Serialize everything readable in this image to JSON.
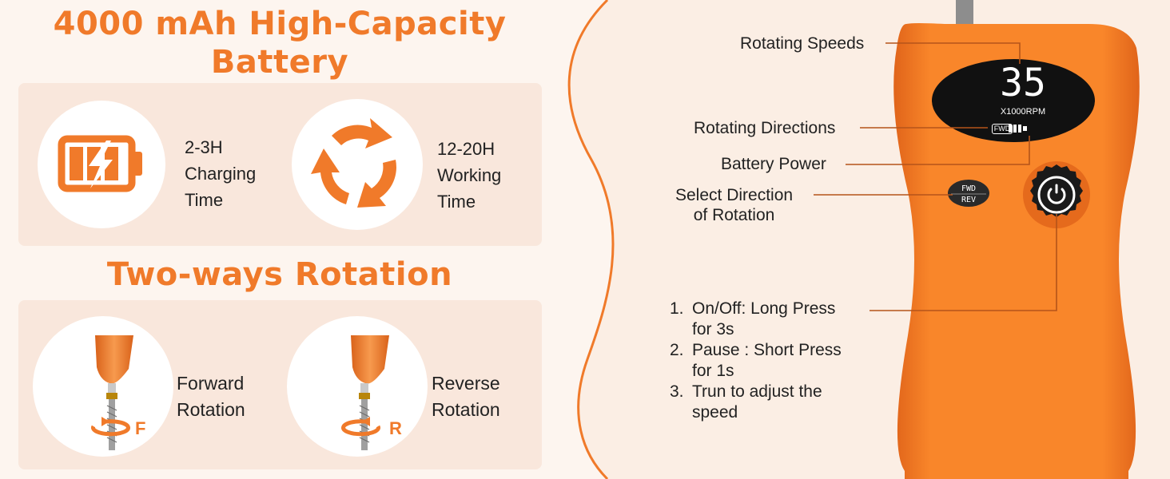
{
  "battery_section": {
    "title_line1": "4000 mAh High-Capacity",
    "title_line2": "Battery",
    "charging": {
      "line1": "2-3H",
      "line2": "Charging",
      "line3": "Time",
      "icon": "battery-charging-icon"
    },
    "working": {
      "line1": "12-20H",
      "line2": "Working",
      "line3": "Time",
      "icon": "rotate-arrows-icon"
    }
  },
  "rotation_section": {
    "title": "Two-ways Rotation",
    "forward": {
      "letter": "F",
      "line1": "Forward",
      "line2": "Rotation",
      "icon": "drill-bit-forward-icon"
    },
    "reverse": {
      "letter": "R",
      "line1": "Reverse",
      "line2": "Rotation",
      "icon": "drill-bit-reverse-icon"
    }
  },
  "device": {
    "display_value": "35",
    "display_unit": "X1000RPM",
    "direction_badge": "FWD",
    "button_top": "FWD",
    "button_bottom": "REV"
  },
  "callouts": {
    "speeds": "Rotating Speeds",
    "directions": "Rotating Directions",
    "battery": "Battery Power",
    "select_line1": "Select Direction",
    "select_line2": "of Rotation"
  },
  "instructions": [
    {
      "num": "1.",
      "line1": "On/Off: Long Press",
      "line2": "for 3s"
    },
    {
      "num": "2.",
      "line1": "Pause : Short Press",
      "line2": "for 1s"
    },
    {
      "num": "3.",
      "line1": "Trun to adjust the",
      "line2": "speed"
    }
  ],
  "colors": {
    "accent": "#f07a2a",
    "panel": "#f9e7dc",
    "device": "#f57c1f",
    "line": "#b5541a"
  }
}
